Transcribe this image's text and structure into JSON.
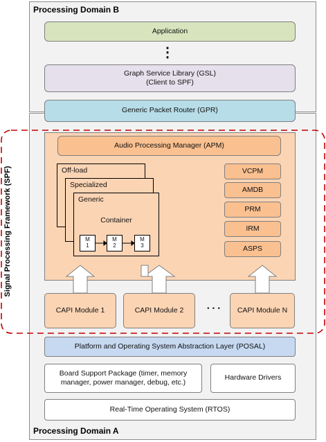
{
  "domain_b": {
    "title": "Processing Domain B"
  },
  "domain_a": {
    "title": "Processing Domain A"
  },
  "application": "Application",
  "ellipsis_vertical": "⋮",
  "gsl": {
    "line1": "Graph Service Library (GSL)",
    "line2": "(Client to SPF)"
  },
  "gpr": "Generic Packet Router (GPR)",
  "spf_label": "Signal Processing Framework (SPF)",
  "apm": "Audio Processing Manager (APM)",
  "containers": {
    "offload": "Off-load",
    "specialized": "Specialized",
    "generic": "Generic",
    "container": "Container",
    "modules": [
      {
        "letter": "M",
        "num": "1"
      },
      {
        "letter": "M",
        "num": "2"
      },
      {
        "letter": "M",
        "num": "3"
      }
    ]
  },
  "managers": [
    "VCPM",
    "AMDB",
    "PRM",
    "IRM",
    "ASPS"
  ],
  "capi": {
    "m1": "CAPI Module 1",
    "m2": "CAPI Module 2",
    "dots": "• • •",
    "mn": "CAPI Module N"
  },
  "posal": "Platform and Operating System Abstraction Layer (POSAL)",
  "bsp": {
    "line1": "Board Support Package (timer, memory",
    "line2": "manager, power manager, debug, etc.)"
  },
  "hw": "Hardware Drivers",
  "rtos": "Real-Time Operating System (RTOS)",
  "colors": {
    "application": "#d7e4bd",
    "gsl": "#e5e0ec",
    "gpr": "#b7dde8",
    "posal": "#c6d9f1",
    "apm_area": "#fbd4b4",
    "orange": "#fac090",
    "spf_dash": "#c00000"
  }
}
